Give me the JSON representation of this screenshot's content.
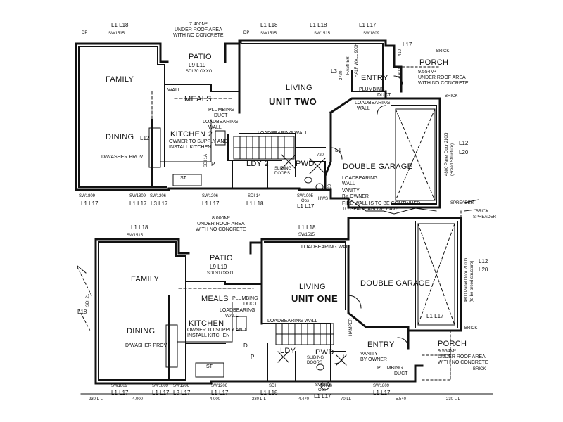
{
  "unit_two": {
    "name": "UNIT TWO",
    "rooms": {
      "family": "FAMILY",
      "dining": "DINING",
      "meals": "MEALS",
      "kitchen": "KITCHEN 2",
      "patio": "PATIO",
      "living": "LIVING",
      "entry": "ENTRY",
      "porch": "PORCH",
      "double_garage": "DOUBLE GARAGE",
      "ldy": "LDY 2",
      "pwd": "PWD",
      "st": "ST"
    },
    "notes": {
      "roof_area_top": [
        "7.400M²",
        "UNDER ROOF AREA",
        "WITH NO CONCRETE"
      ],
      "porch_roof": [
        "9.554M²",
        "UNDER ROOF AREA",
        "WITH NO CONCRETE"
      ],
      "patio_levels": "L9  L19",
      "patio_sdi": "SDI 30 OXXO",
      "loadbearing_wall": "LOADBEARING WALL",
      "loadbearing_wall_short": "LOADBEARING",
      "wall": "WALL",
      "plumbing_duct": "PLUMBING",
      "duct": "DUCT",
      "kitchen_owner": [
        "OWNER TO SUPPLY AND",
        "INSTALL KITCHEN"
      ],
      "dwasher": "D/WASHER PROV",
      "vanity": [
        "VANITY",
        "BY OWNER"
      ],
      "firewall": [
        "FIRE WALL IS TO BE CONTINUED",
        "TO SPACE ABOVE EAVE"
      ],
      "garage_door": "4800 Panel Door 2100h",
      "garage_door_sub": "(Breed Structure)",
      "sliding_doors": [
        "SLIDING",
        "DOORS"
      ],
      "half_wall": "HALF WALL 900H",
      "hamper": "HAMPER",
      "l12": "L12",
      "l20": "L20",
      "num_720": "720",
      "num_820": "820",
      "num_410": "410",
      "num_1800": "1800",
      "num_2720": "2720",
      "l1": "L1",
      "l3": "L3",
      "l12s": "L12",
      "sdi1a": "SDI 1A",
      "l1_l18": "L1  L18",
      "lower": {
        "sw1809a": "SW1809",
        "l1l17a": "L1  L17",
        "sw1809b": "SW1809",
        "l1l17b": "L1  L17",
        "sw1206a": "SW1206",
        "l3l17": "L3 L17",
        "sw1206b": "SW1206",
        "l1l17c": "L1  L17",
        "sdi14": "SDI 14",
        "l1l18": "L1  L18",
        "sw1005": "SW1005",
        "obs": "Obs",
        "l1l17d": "L1  L17"
      },
      "upper": {
        "l1l18a": "L1  L18",
        "sw1515a": "SW1515",
        "l1l18b": "L1  L18",
        "sw1515b": "SW1515",
        "l1l18c": "L1  L18",
        "sw1515c": "SW1515",
        "l1l17": "L1  L17",
        "sw1809": "SW1809",
        "l17": "L17"
      }
    }
  },
  "unit_one": {
    "name": "UNIT ONE",
    "rooms": {
      "family": "FAMILY",
      "dining": "DINING",
      "meals": "MEALS",
      "kitchen": "KITCHEN",
      "patio": "PATIO",
      "living": "LIVING",
      "entry": "ENTRY",
      "porch": "PORCH",
      "double_garage": "DOUBLE GARAGE",
      "ldy": "LDY",
      "pwd": "PWD",
      "st": "ST"
    },
    "notes": {
      "roof_area_top": [
        "8.000M²",
        "UNDER ROOF AREA",
        "WITH NO CONCRETE"
      ],
      "porch_roof": [
        "9.554M²",
        "UNDER ROOF AREA",
        "WITH NO CONCRETE"
      ],
      "patio_levels": "L9  L19",
      "patio_sdi": "SDI 30 OXXO",
      "loadbearing_wall": "LOADBEARING WALL",
      "loadbearing_short": "LOADBEARING",
      "wall": "WALL",
      "plumbing": "PLUMBING",
      "duct": "DUCT",
      "kitchen_owner": [
        "OWNER TO SUPPLY AND",
        "INSTALL KITCHEN"
      ],
      "dwasher": "D/WASHER PROV",
      "vanity": [
        "VANITY",
        "BY OWNER"
      ],
      "garage_door": "4800 Panel Door 2100h",
      "garage_door_sub": "(to be breed structure)",
      "sliding_doors": [
        "SLIDING",
        "DOORS"
      ],
      "hamper": "HAMPER",
      "l12": "L12",
      "l20": "L20",
      "sdi21": "SDI 21",
      "l18": "L18",
      "upper": {
        "l1l18a": "L1  L18",
        "sw1515a": "SW1515",
        "l1l18b": "L1  L18",
        "sw1515b": "SW1515",
        "l1l17": "L1  L17"
      },
      "lower": {
        "sw1809a": "SW1809",
        "l1l17a": "L1  L17",
        "sw1809b": "SW1809",
        "l1l17b": "L1  L17",
        "sw1206a": "SW1206",
        "l3l17": "L3 L17",
        "sw1206b": "SW1206",
        "l1l17c": "L1  L17",
        "sdi": "SDI",
        "l1l18": "L1  L18",
        "sw1005": "SW1005",
        "obs": "Obs",
        "l1l17d": "L1  L17",
        "sw1809c": "SW1809",
        "l1l17e": "L1  L17"
      },
      "dims": [
        "230 L L",
        "4.000",
        "4.000",
        "230 L L",
        "4.470",
        "70 LL",
        "5.540",
        "230 L L"
      ]
    }
  },
  "markers": {
    "dp": "DP",
    "brick": "BRICK",
    "spreader": "SPREADER",
    "hws": "HWS",
    "p": "P",
    "d": "D"
  }
}
